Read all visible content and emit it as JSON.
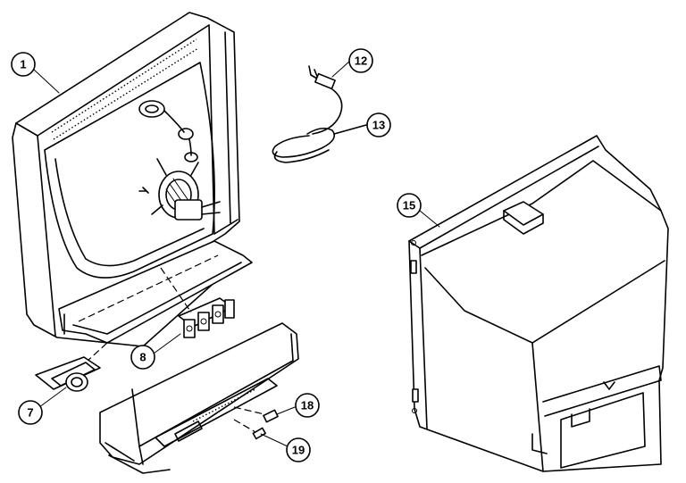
{
  "callouts": {
    "c1": "1",
    "c7": "7",
    "c8": "8",
    "c12": "12",
    "c13": "13",
    "c15": "15",
    "c18": "18",
    "c19": "19"
  },
  "colors": {
    "line": "#000000",
    "background": "#ffffff"
  }
}
